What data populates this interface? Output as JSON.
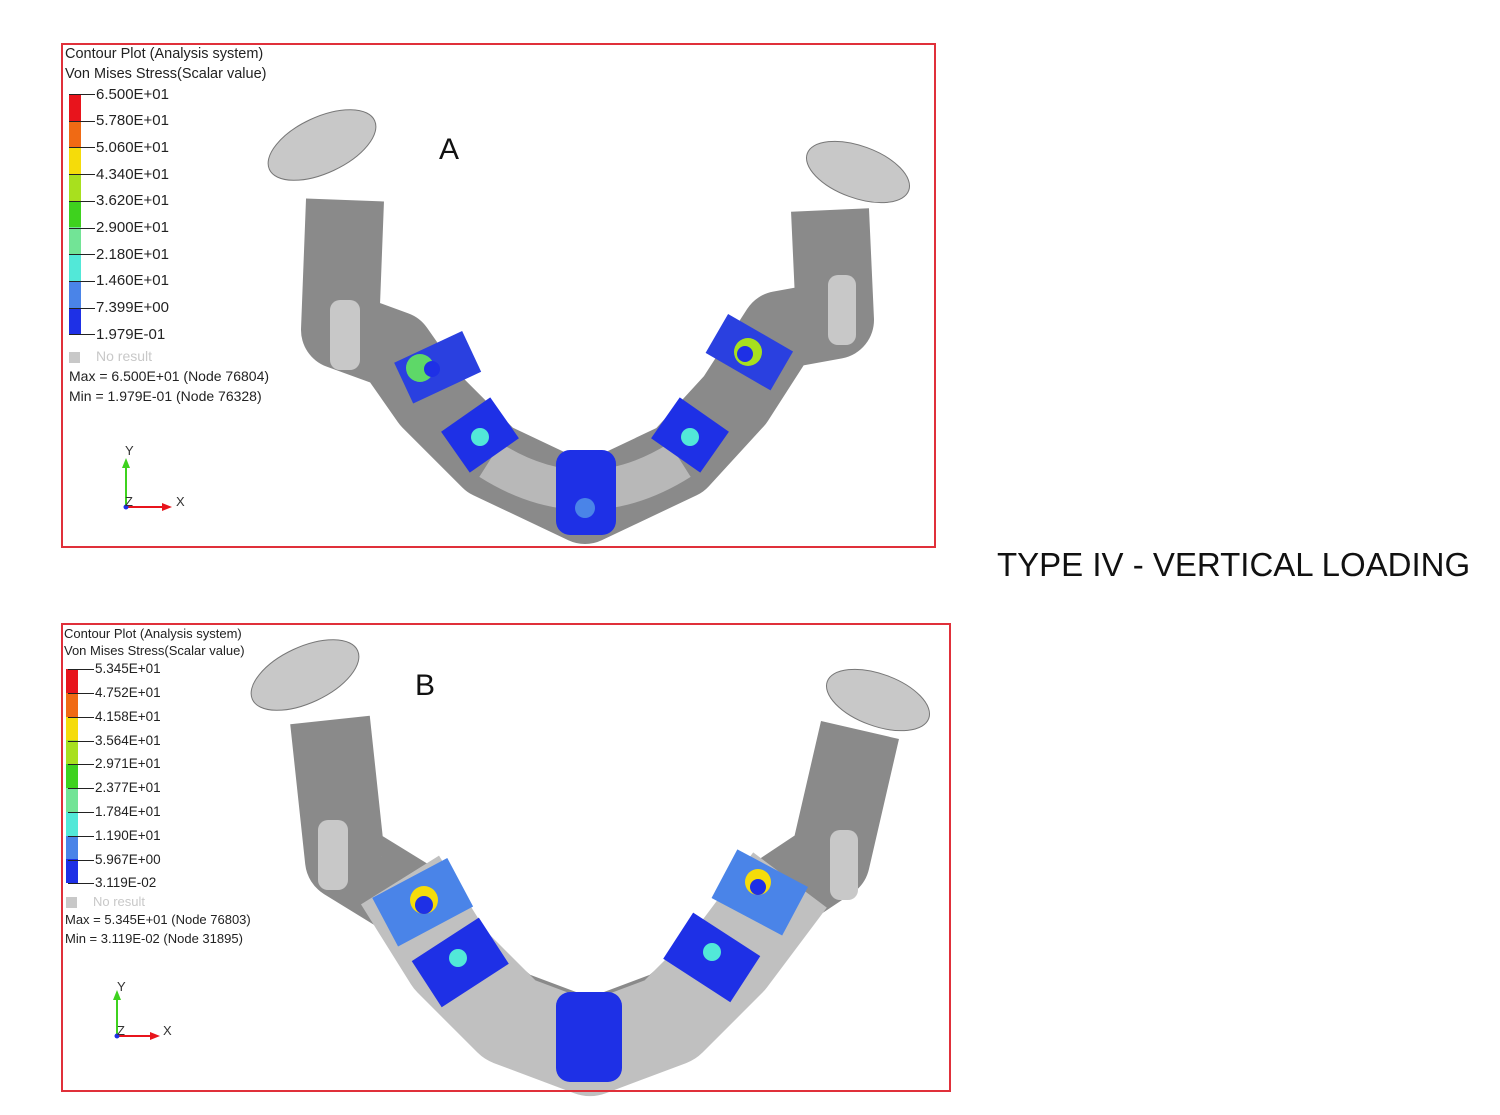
{
  "figure_title": "TYPE IV - VERTICAL LOADING",
  "panels": [
    {
      "label": "A",
      "header1": "Contour Plot (Analysis system)",
      "header2": "Von Mises Stress(Scalar value)",
      "ticks": [
        "6.500E+01",
        "5.780E+01",
        "5.060E+01",
        "4.340E+01",
        "3.620E+01",
        "2.900E+01",
        "2.180E+01",
        "1.460E+01",
        "7.399E+00",
        "1.979E-01"
      ],
      "no_result": "No result",
      "max": "Max = 6.500E+01 (Node 76804)",
      "min": "Min = 1.979E-01 (Node 76328)",
      "axes": {
        "y": "Y",
        "z": "Z",
        "x": "X"
      }
    },
    {
      "label": "B",
      "header1": "Contour Plot (Analysis system)",
      "header2": "Von Mises Stress(Scalar value)",
      "ticks": [
        "5.345E+01",
        "4.752E+01",
        "4.158E+01",
        "3.564E+01",
        "2.971E+01",
        "2.377E+01",
        "1.784E+01",
        "1.190E+01",
        "5.967E+00",
        "3.119E-02"
      ],
      "no_result": "No result",
      "max": "Max = 5.345E+01 (Node 76803)",
      "min": "Min = 3.119E-02 (Node 31895)",
      "axes": {
        "y": "Y",
        "z": "Z",
        "x": "X"
      }
    }
  ],
  "colors": {
    "scale": [
      "#e8141c",
      "#f06a14",
      "#f5dc0a",
      "#a8e01e",
      "#3ed21e",
      "#72e496",
      "#52e8d8",
      "#4a84e8",
      "#1e30e6"
    ],
    "frame": "#e0303a",
    "bone": "#8c8c8c",
    "condyle": "#c8c8c8"
  }
}
